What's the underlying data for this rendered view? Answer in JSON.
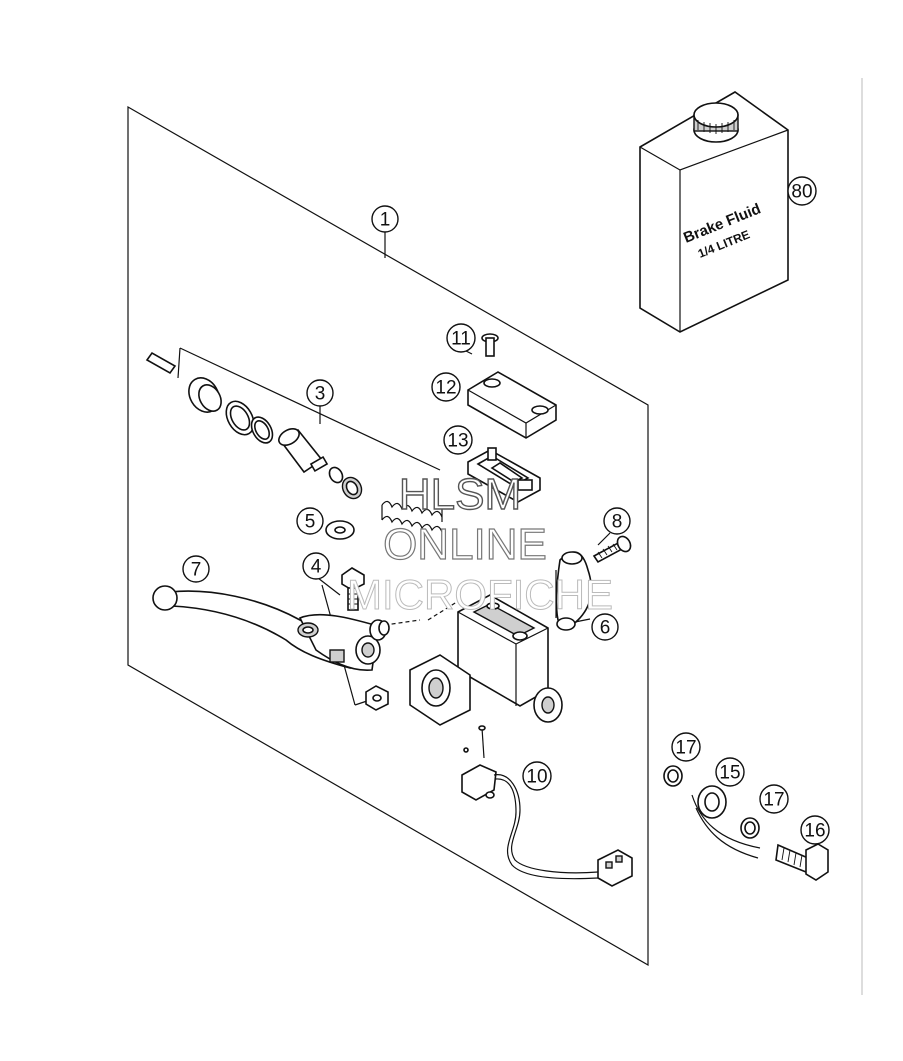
{
  "diagram": {
    "bottle": {
      "line1": "Brake Fluid",
      "line2": "1/4 LITRE"
    },
    "watermark": {
      "line1": "HLSM",
      "line2": "ONLINE",
      "line3": "MICROFICHE"
    },
    "callouts": {
      "c1": "1",
      "c3": "3",
      "c4": "4",
      "c5": "5",
      "c6": "6",
      "c7": "7",
      "c8": "8",
      "c10": "10",
      "c11": "11",
      "c12": "12",
      "c13": "13",
      "c15": "15",
      "c16": "16",
      "c17a": "17",
      "c17b": "17",
      "c80": "80"
    }
  }
}
